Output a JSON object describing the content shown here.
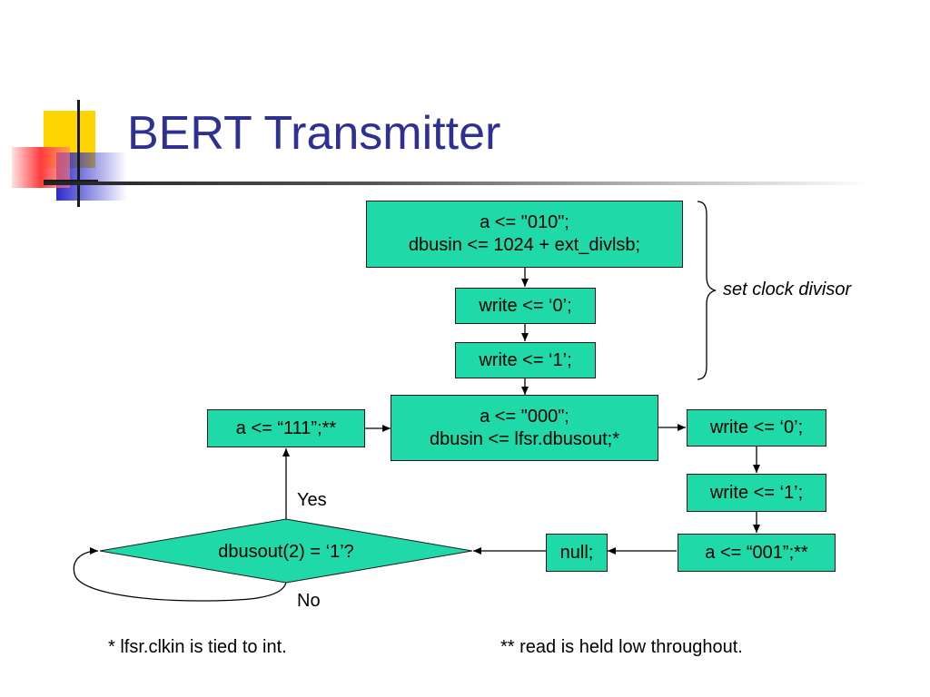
{
  "slide": {
    "title": "BERT Transmitter"
  },
  "colors": {
    "title": "#2e3192",
    "box_fill": "#1fd9a8",
    "logo_yellow": "#ffd500",
    "logo_red": "#ff3b3b",
    "logo_blue": "#3333cc"
  },
  "flowchart": {
    "box_set_a": {
      "line1": "a <= \"010\";",
      "line2": "dbusin <= 1024 + ext_divlsb;"
    },
    "box_write0_top": "write <= ‘0’;",
    "box_write1_top": "write <= ‘1’;",
    "brace_label": "set clock divisor",
    "box_set_b": {
      "line1": "a <= \"000\";",
      "line2": "dbusin <= lfsr.dbusout;*"
    },
    "box_a111": "a <= “111”;**",
    "box_write0_right": "write <= ‘0’;",
    "box_write1_right": "write <= ‘1’;",
    "box_a001": "a <= “001”;**",
    "box_null": "null;",
    "decision": "dbusout(2) = ‘1’?",
    "label_yes": "Yes",
    "label_no": "No"
  },
  "footnotes": {
    "note1": "* lfsr.clkin is tied to int.",
    "note2": "** read is held low throughout."
  }
}
